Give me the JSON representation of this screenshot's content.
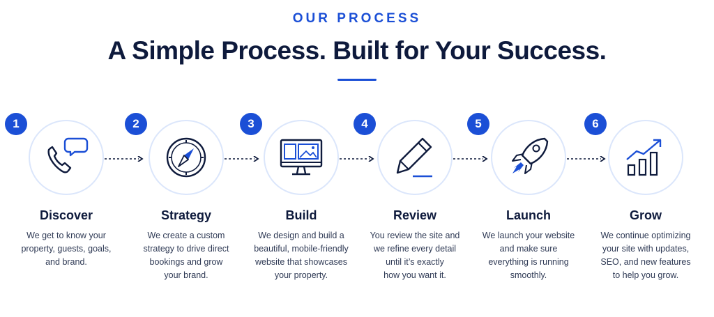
{
  "section": {
    "eyebrow": "OUR PROCESS",
    "headline": "A Simple Process. Built for Your Success."
  },
  "colors": {
    "accent": "#1b4fd6",
    "navy": "#0e1a3c",
    "circle_border": "#dbe6fb"
  },
  "steps": [
    {
      "number": "1",
      "icon": "phone-chat-icon",
      "title": "Discover",
      "description": "We get to know your\nproperty, guests, goals,\nand brand."
    },
    {
      "number": "2",
      "icon": "compass-icon",
      "title": "Strategy",
      "description": "We create a custom\nstrategy to drive direct\nbookings and grow\nyour brand."
    },
    {
      "number": "3",
      "icon": "monitor-icon",
      "title": "Build",
      "description": "We design and build a\nbeautiful, mobile-friendly\nwebsite that showcases\nyour property."
    },
    {
      "number": "4",
      "icon": "pencil-icon",
      "title": "Review",
      "description": "You review the site and\nwe refine every detail\nuntil it’s exactly\nhow you want it."
    },
    {
      "number": "5",
      "icon": "rocket-icon",
      "title": "Launch",
      "description": "We launch your website\nand make sure\neverything is running\nsmoothly."
    },
    {
      "number": "6",
      "icon": "growth-chart-icon",
      "title": "Grow",
      "description": "We continue optimizing\nyour site with updates,\nSEO, and new features\nto help you grow."
    }
  ]
}
